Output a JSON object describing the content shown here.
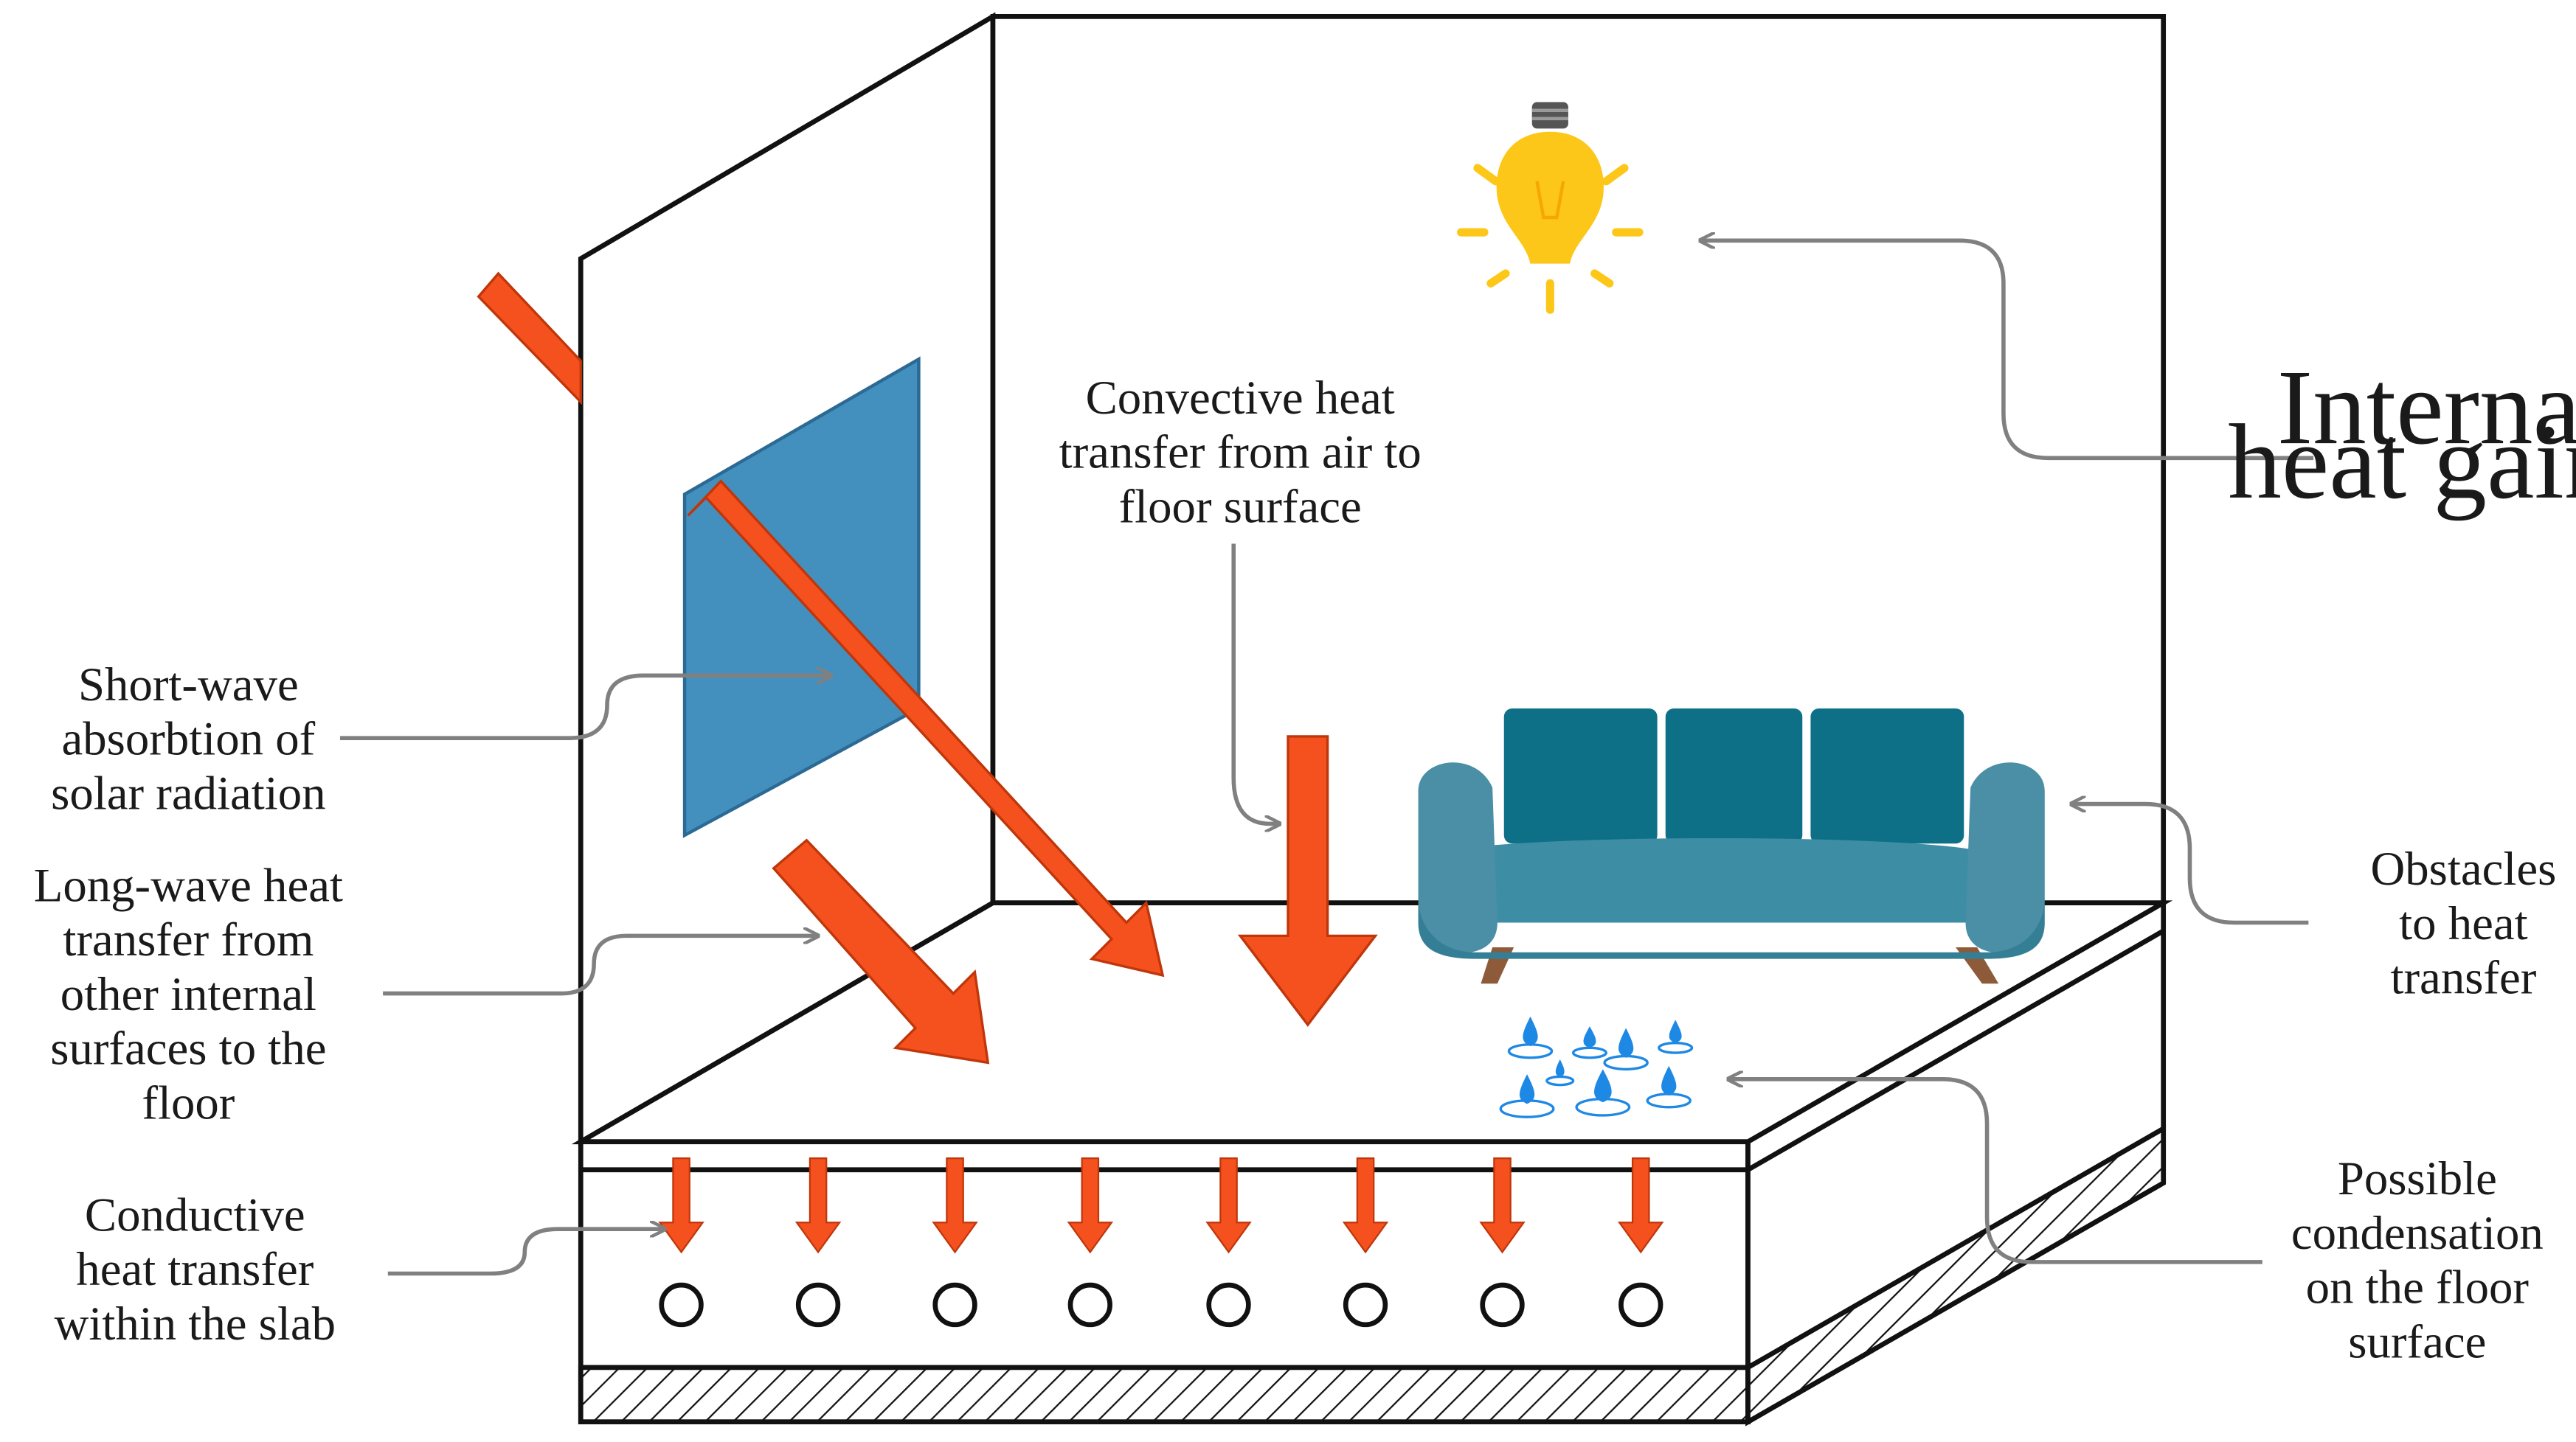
{
  "labels": {
    "internal_gains": [
      "Internal",
      "heat gains"
    ],
    "convective": [
      "Convective heat",
      "transfer from air to",
      "floor surface"
    ],
    "short_wave": [
      "Short-wave",
      "absorbtion of",
      "solar radiation"
    ],
    "long_wave": [
      "Long-wave heat",
      "transfer from",
      "other internal",
      "surfaces to the",
      "floor"
    ],
    "conductive": [
      "Conductive",
      "heat transfer",
      "within the slab"
    ],
    "obstacles": [
      "Obstacles",
      "to heat",
      "transfer"
    ],
    "condensation": [
      "Possible",
      "condensation",
      "on the floor",
      "surface"
    ]
  },
  "icons": [
    "light-bulb-icon",
    "sofa-icon",
    "water-droplets-icon"
  ],
  "colors": {
    "arrow": "#f4511e",
    "window": "#4390bf",
    "sofa": "#0e7087",
    "sofa_light": "#4a8fa6",
    "bulb": "#fdc719",
    "water": "#1e88e5",
    "leader": "#808080",
    "outline": "#111111"
  }
}
